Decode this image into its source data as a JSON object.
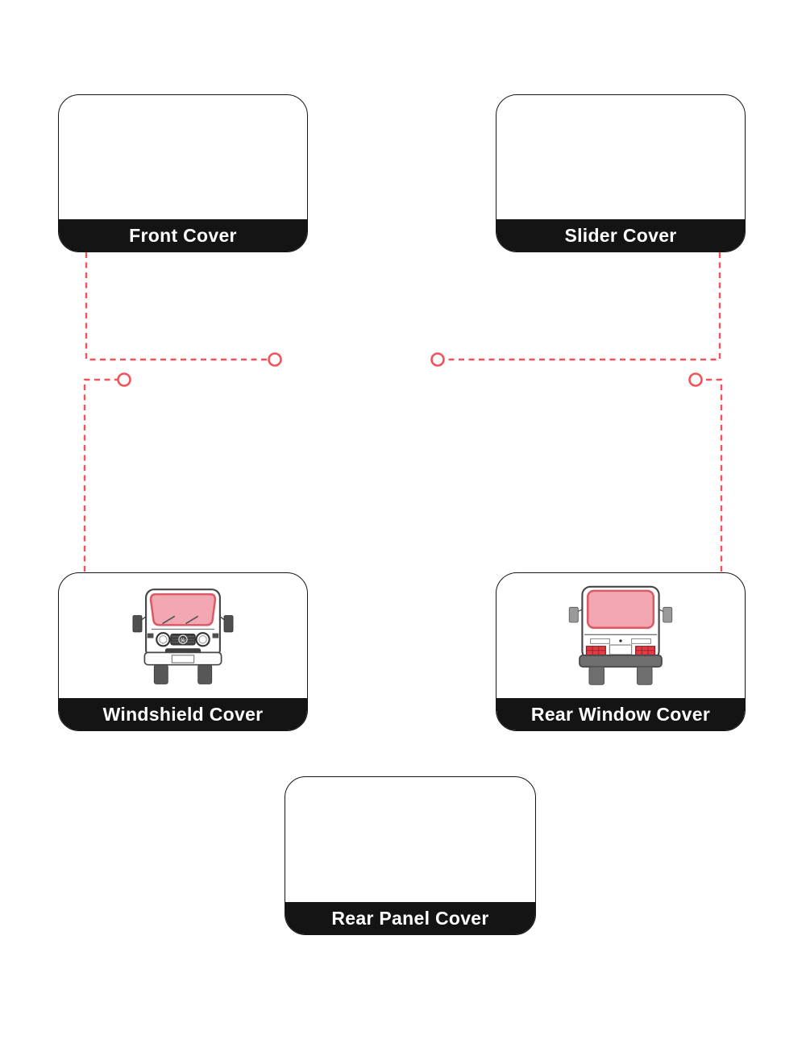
{
  "cards": [
    {
      "id": "front-cover",
      "label": "Front Cover"
    },
    {
      "id": "slider-cover",
      "label": "Slider Cover"
    },
    {
      "id": "windshield-cover",
      "label": "Windshield Cover"
    },
    {
      "id": "rear-window-cover",
      "label": "Rear Window Cover"
    },
    {
      "id": "rear-panel-cover",
      "label": "Rear Panel Cover"
    }
  ],
  "colors": {
    "highlight_fill": "#F3A7B2",
    "highlight_stroke": "#D95B68",
    "connector_red": "#F2525B",
    "label_bar_bg": "#141414",
    "label_text": "#FFFFFF",
    "outline_gray": "#474747",
    "window_fill": "#EDEDED",
    "taillight_red": "#E23B41"
  }
}
